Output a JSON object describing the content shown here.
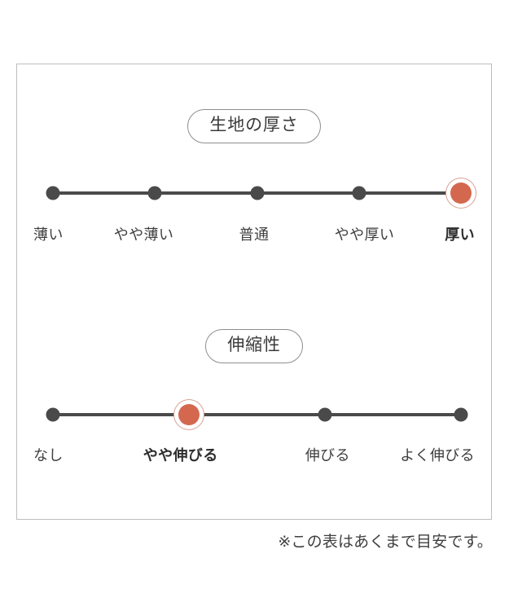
{
  "colors": {
    "accent": "#d4684f",
    "accent_ring": "#d7a094",
    "node": "#4a4a4a",
    "track": "#4a4a4a",
    "border": "#bdbdbd",
    "text": "#3f3f3f",
    "background": "#ffffff"
  },
  "card": {
    "groups": [
      {
        "id": "thickness",
        "title": "生地の厚さ",
        "selected_index": 4,
        "options": [
          {
            "label": "薄い",
            "selected": false
          },
          {
            "label": "やや薄い",
            "selected": false
          },
          {
            "label": "普通",
            "selected": false
          },
          {
            "label": "やや厚い",
            "selected": false
          },
          {
            "label": "厚い",
            "selected": true
          }
        ]
      },
      {
        "id": "stretch",
        "title": "伸縮性",
        "selected_index": 1,
        "options": [
          {
            "label": "なし",
            "selected": false
          },
          {
            "label": "やや伸びる",
            "selected": true
          },
          {
            "label": "伸びる",
            "selected": false
          },
          {
            "label": "よく伸びる",
            "selected": false
          }
        ]
      }
    ]
  },
  "footnote": "※この表はあくまで目安です。",
  "chart_data": {
    "type": "table",
    "title": "",
    "charts": [
      {
        "name": "生地の厚さ",
        "type": "scale",
        "categories": [
          "薄い",
          "やや薄い",
          "普通",
          "やや厚い",
          "厚い"
        ],
        "values": [
          0,
          0,
          0,
          0,
          1
        ],
        "selected": "厚い",
        "selected_index": 4,
        "scale_points": 5
      },
      {
        "name": "伸縮性",
        "type": "scale",
        "categories": [
          "なし",
          "やや伸びる",
          "伸びる",
          "よく伸びる"
        ],
        "values": [
          0,
          1,
          0,
          0
        ],
        "selected": "やや伸びる",
        "selected_index": 1,
        "scale_points": 4
      }
    ],
    "note": "※この表はあくまで目安です。"
  }
}
